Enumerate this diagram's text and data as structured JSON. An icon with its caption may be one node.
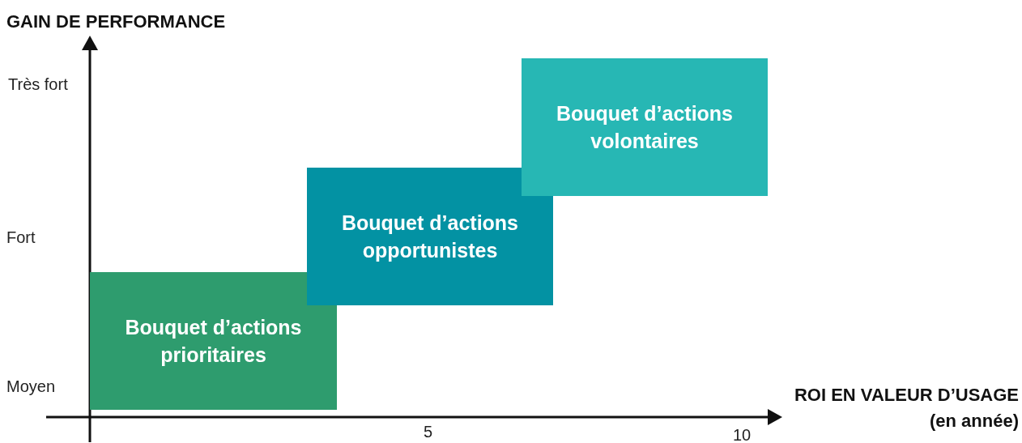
{
  "diagram": {
    "nodes": [
      {
        "text": [
          "Bouquet d’actions prioritaires"
        ]
      },
      {
        "text": [
          "Bouquet d’actions opportunistes"
        ]
      },
      {
        "text": [
          "Bouquet d’actions volontaires"
        ]
      }
    ],
    "labels": [
      "GAIN DE PERFORMANCE",
      "Très fort",
      "Fort",
      "Moyen",
      "ROI EN VALEUR D’USAGE",
      "(en année)",
      "5",
      "10"
    ]
  }
}
